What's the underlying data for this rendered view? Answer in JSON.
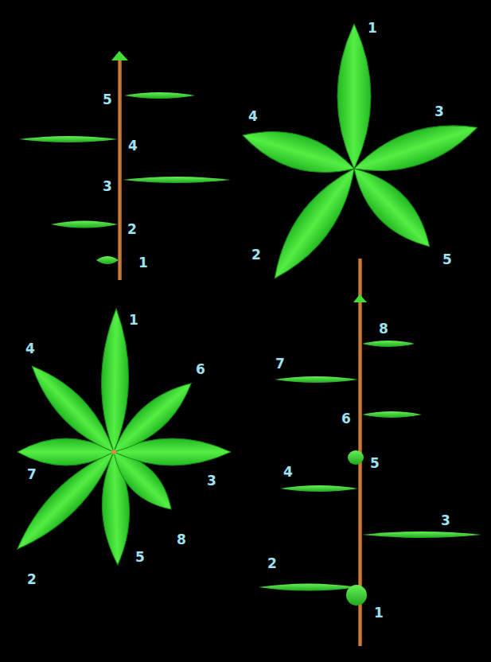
{
  "diagram": {
    "labels": [
      "5",
      "4",
      "3",
      "2",
      "1",
      "1",
      "4",
      "3",
      "2",
      "5",
      "1",
      "4",
      "6",
      "7",
      "3",
      "2",
      "8",
      "5",
      "8",
      "7",
      "6",
      "5",
      "4",
      "3",
      "2",
      "1"
    ]
  }
}
